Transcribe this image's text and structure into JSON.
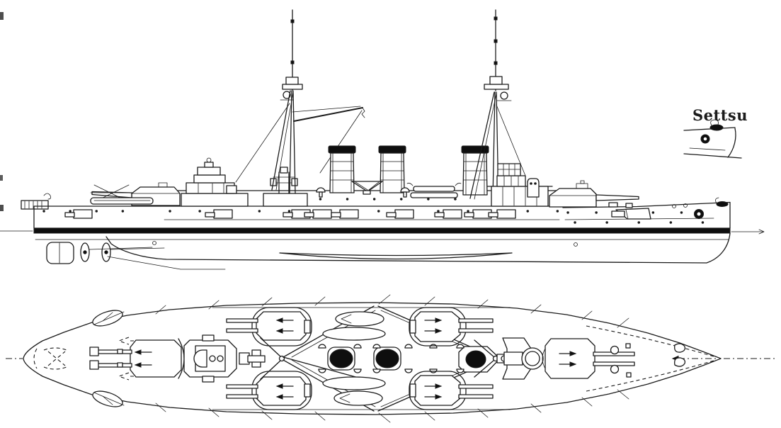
{
  "legend": {
    "ship_name": "Settsu"
  },
  "colors": {
    "ink": "#1b1b1b",
    "paper": "#ffffff",
    "solid": "#0e0e0e"
  },
  "figure": {
    "views": [
      "side-profile",
      "overhead-plan"
    ],
    "counts": {
      "funnels": 3,
      "masts": 2,
      "main_turrets": 6
    }
  }
}
